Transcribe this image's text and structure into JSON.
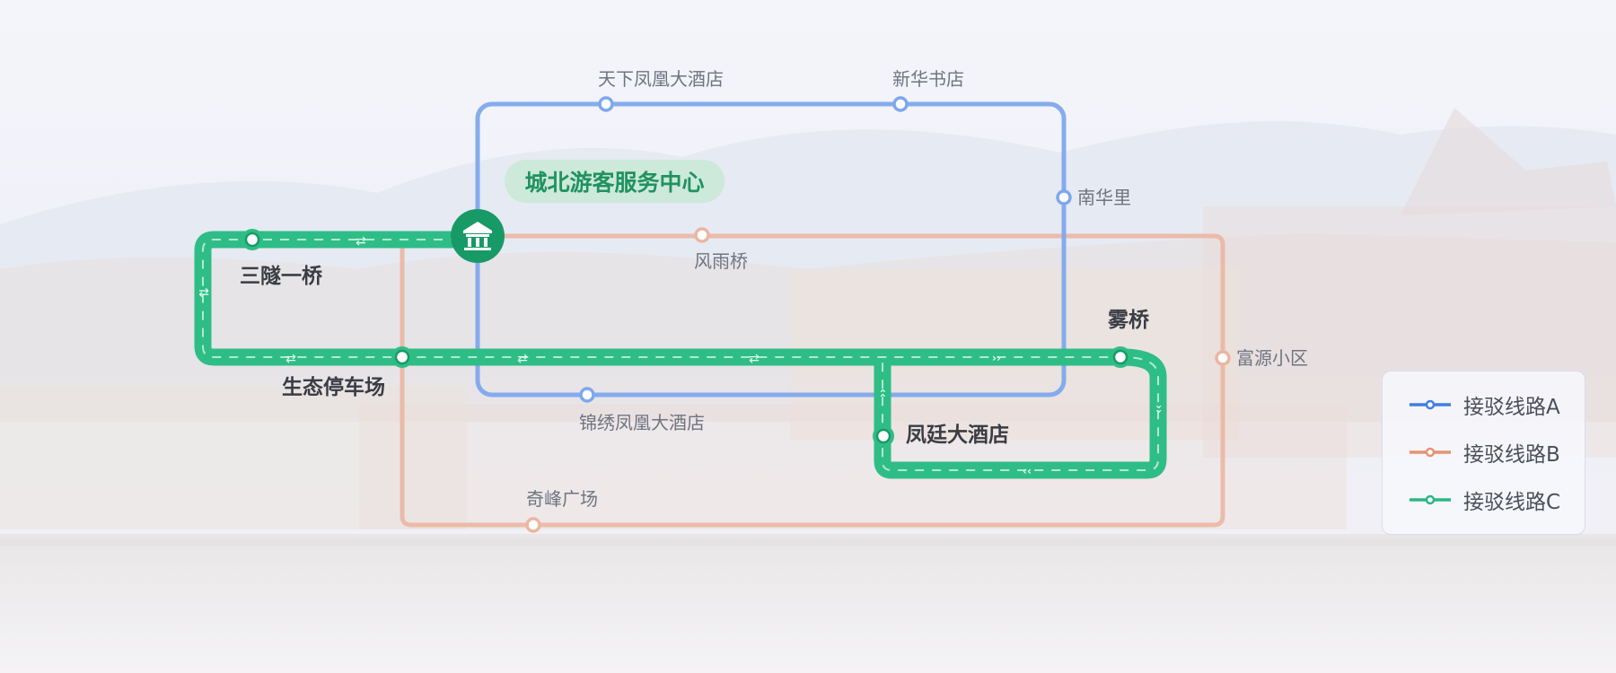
{
  "hub": {
    "name": "城北游客服务中心",
    "icon": "temple-icon"
  },
  "stations": {
    "tianxia": "天下凤凰大酒店",
    "xinhua": "新华书店",
    "nanhuali": "南华里",
    "fengyuqiao": "风雨桥",
    "jinxiu": "锦绣凤凰大酒店",
    "fuyuan": "富源小区",
    "qifeng": "奇峰广场",
    "sansui": "三隧一桥",
    "shengtai": "生态停车场",
    "wuqiao": "雾桥",
    "fengting": "凤廷大酒店"
  },
  "lines": [
    {
      "id": "A",
      "name": "接驳线路A",
      "color": "#7ea8ec",
      "legend_color": "#3f7ee3"
    },
    {
      "id": "B",
      "name": "接驳线路B",
      "color": "#ebb6a2",
      "legend_color": "#e59272"
    },
    {
      "id": "C",
      "name": "接驳线路C",
      "color": "#2fbd86",
      "legend_color": "#2bb783"
    }
  ],
  "colors": {
    "hub": "#189a66",
    "line_c_dash": "#bfeedb"
  }
}
